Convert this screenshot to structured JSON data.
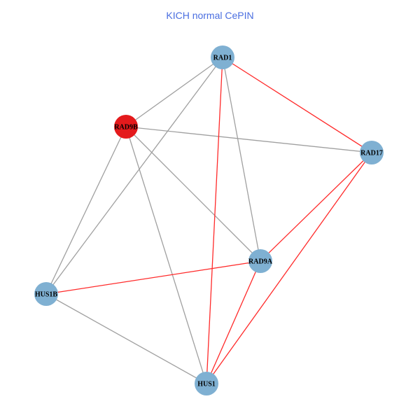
{
  "title": "KICH normal CePIN",
  "colors": {
    "node_default": "#7fb0d2",
    "node_highlight": "#e41a1c",
    "edge_gray": "#a0a0a0",
    "edge_red": "#ff2a2a",
    "title": "#4a6ee0"
  },
  "nodes": [
    {
      "id": "RAD1",
      "label": "RAD1",
      "highlight": false
    },
    {
      "id": "RAD9B",
      "label": "RAD9B",
      "highlight": true
    },
    {
      "id": "RAD17",
      "label": "RAD17",
      "highlight": false
    },
    {
      "id": "RAD9A",
      "label": "RAD9A",
      "highlight": false
    },
    {
      "id": "HUS1B",
      "label": "HUS1B",
      "highlight": false
    },
    {
      "id": "HUS1",
      "label": "HUS1",
      "highlight": false
    }
  ],
  "edges": [
    {
      "source": "RAD1",
      "target": "RAD9B",
      "type": "gray"
    },
    {
      "source": "RAD1",
      "target": "HUS1B",
      "type": "gray"
    },
    {
      "source": "RAD1",
      "target": "RAD9A",
      "type": "gray"
    },
    {
      "source": "RAD9B",
      "target": "RAD17",
      "type": "gray"
    },
    {
      "source": "RAD9B",
      "target": "RAD9A",
      "type": "gray"
    },
    {
      "source": "RAD9B",
      "target": "HUS1B",
      "type": "gray"
    },
    {
      "source": "RAD9B",
      "target": "HUS1",
      "type": "gray"
    },
    {
      "source": "HUS1B",
      "target": "HUS1",
      "type": "gray"
    },
    {
      "source": "RAD1",
      "target": "RAD17",
      "type": "red"
    },
    {
      "source": "RAD1",
      "target": "HUS1",
      "type": "red"
    },
    {
      "source": "RAD17",
      "target": "RAD9A",
      "type": "red"
    },
    {
      "source": "RAD17",
      "target": "HUS1",
      "type": "red"
    },
    {
      "source": "RAD9A",
      "target": "HUS1B",
      "type": "red"
    },
    {
      "source": "RAD9A",
      "target": "HUS1",
      "type": "red"
    }
  ]
}
